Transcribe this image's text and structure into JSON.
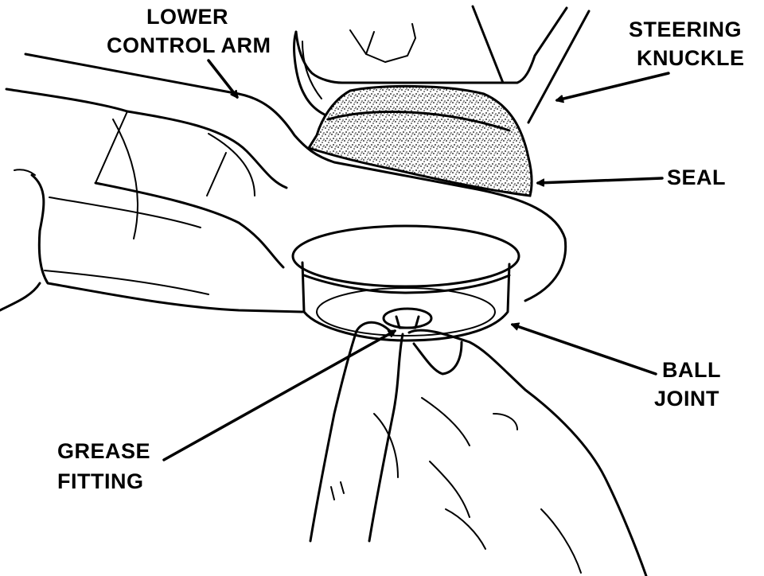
{
  "labels": {
    "lower_control_arm_line1": "LOWER",
    "lower_control_arm_line2": "CONTROL ARM",
    "steering_knuckle_line1": "STEERING",
    "steering_knuckle_line2": "KNUCKLE",
    "seal": "SEAL",
    "ball_joint_line1": "BALL",
    "ball_joint_line2": "JOINT",
    "grease_fitting_line1": "GREASE",
    "grease_fitting_line2": "FITTING"
  },
  "colors": {
    "ink": "#000000",
    "paper": "#ffffff",
    "stipple": "#000000"
  }
}
